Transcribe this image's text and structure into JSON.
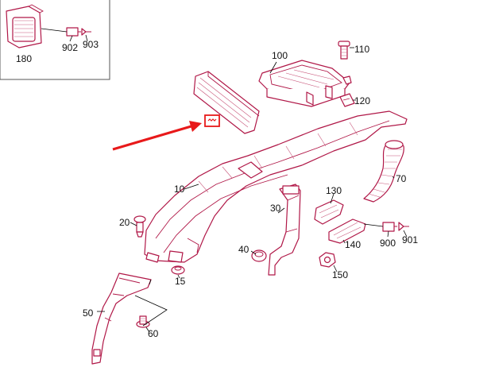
{
  "diagram": {
    "accent_color": "#b01747",
    "callout_color": "#e8191a",
    "labels": {
      "p180": "180",
      "p902": "902",
      "p903": "903",
      "p100": "100",
      "p110": "110",
      "p120": "120",
      "p70": "70",
      "p10": "10",
      "p130": "130",
      "p20": "20",
      "p30": "30",
      "p900": "900",
      "p901": "901",
      "p140": "140",
      "p40": "40",
      "p15": "15",
      "p150": "150",
      "p50": "50",
      "p60": "60"
    },
    "icons": {
      "callout": "red-arrow",
      "filter_symbol": "filter-icon"
    }
  }
}
